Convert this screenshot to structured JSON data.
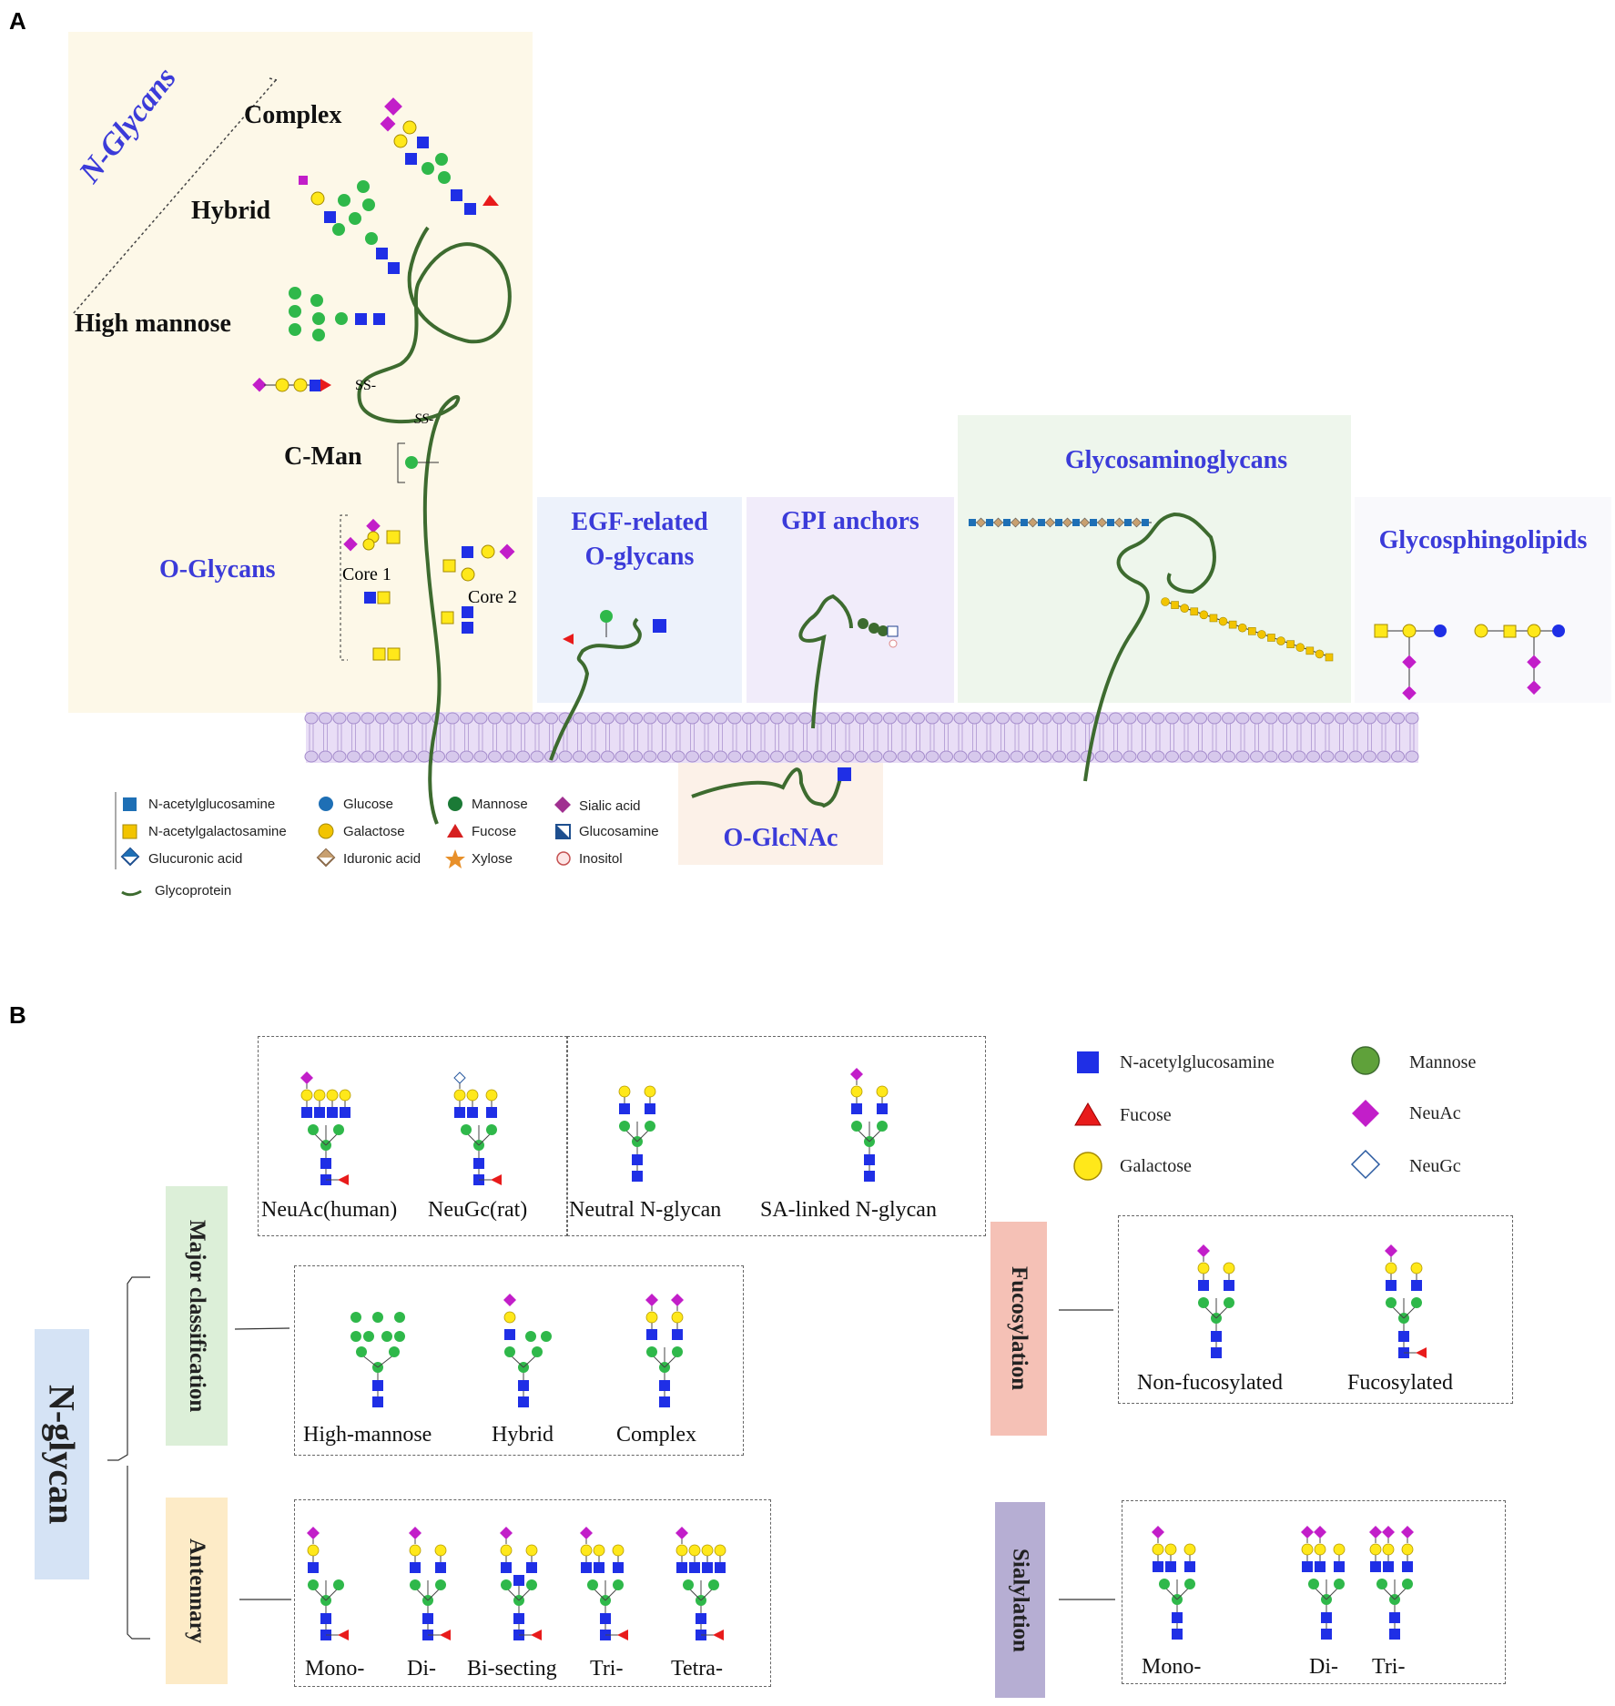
{
  "panelA": {
    "letter": "A",
    "n_glycans": {
      "title": "N-Glycans",
      "types": [
        "Complex",
        "Hybrid",
        "High mannose"
      ]
    },
    "bond_labels": [
      "SS-",
      "SS-"
    ],
    "c_man": "C-Man",
    "o_glycans": {
      "title": "O-Glycans",
      "cores": [
        "Core 1",
        "Core 2"
      ]
    },
    "egf": {
      "line1": "EGF-related",
      "line2": "O-glycans"
    },
    "gpi": "GPI anchors",
    "gag": "Glycosaminoglycans",
    "gsl": "Glycosphingolipids",
    "oglcnac": "O-GlcNAc",
    "legend": [
      {
        "label": "N-acetylglucosamine",
        "icon": "blue-square-icon",
        "italic_prefix": "N"
      },
      {
        "label": "N-acetylgalactosamine",
        "icon": "yellow-square-icon",
        "italic_prefix": "N"
      },
      {
        "label": "Glucuronic acid",
        "icon": "blue-white-diamond-icon"
      },
      {
        "label": "Glucose",
        "icon": "blue-circle-icon"
      },
      {
        "label": "Galactose",
        "icon": "yellow-circle-icon"
      },
      {
        "label": "Iduronic acid",
        "icon": "brown-white-diamond-icon"
      },
      {
        "label": "Mannose",
        "icon": "green-circle-icon"
      },
      {
        "label": "Fucose",
        "icon": "red-triangle-icon"
      },
      {
        "label": "Xylose",
        "icon": "orange-star-icon"
      },
      {
        "label": "Sialic acid",
        "icon": "purple-diamond-icon"
      },
      {
        "label": "Glucosamine",
        "icon": "half-square-icon"
      },
      {
        "label": "Inositol",
        "icon": "pink-circle-icon"
      },
      {
        "label": "Glycoprotein",
        "icon": "green-line-icon"
      }
    ]
  },
  "panelB": {
    "letter": "B",
    "root": "N-glycan",
    "major": "Major classification",
    "antennary": "Antennary",
    "fucosylation": "Fucosylation",
    "sialylation": "Sialylation",
    "species_captions": [
      "NeuAc(human)",
      "NeuGc(rat)"
    ],
    "neutral_captions": [
      "Neutral N-glycan",
      "SA-linked N-glycan"
    ],
    "class_captions": [
      "High-mannose",
      "Hybrid",
      "Complex"
    ],
    "antennary_captions": [
      "Mono-",
      "Di-",
      "Bi-secting",
      "Tri-",
      "Tetra-"
    ],
    "fuc_captions": [
      "Non-fucosylated",
      "Fucosylated"
    ],
    "sia_captions": [
      "Mono-",
      "Di-",
      "Tri-"
    ],
    "legend": [
      {
        "label": "N-acetylglucosamine",
        "icon": "blue-square-icon"
      },
      {
        "label": "Fucose",
        "icon": "red-triangle-icon"
      },
      {
        "label": "Galactose",
        "icon": "yellow-circle-icon"
      },
      {
        "label": "Mannose",
        "icon": "green-circle-icon"
      },
      {
        "label": "NeuAc",
        "icon": "purple-diamond-icon"
      },
      {
        "label": "NeuGc",
        "icon": "white-diamond-icon"
      }
    ],
    "colors": {
      "glcnac": "#1f2fe6",
      "man": "#2fb84a",
      "gal": "#ffe81a",
      "neuac": "#c21ec9",
      "fuc": "#e81b1b",
      "root_bg": "#d5e3f5",
      "major_bg": "#dcefd8",
      "antennary_bg": "#fdebc7",
      "fuc_bg": "#f5c1b6",
      "sia_bg": "#b6aed3"
    }
  }
}
